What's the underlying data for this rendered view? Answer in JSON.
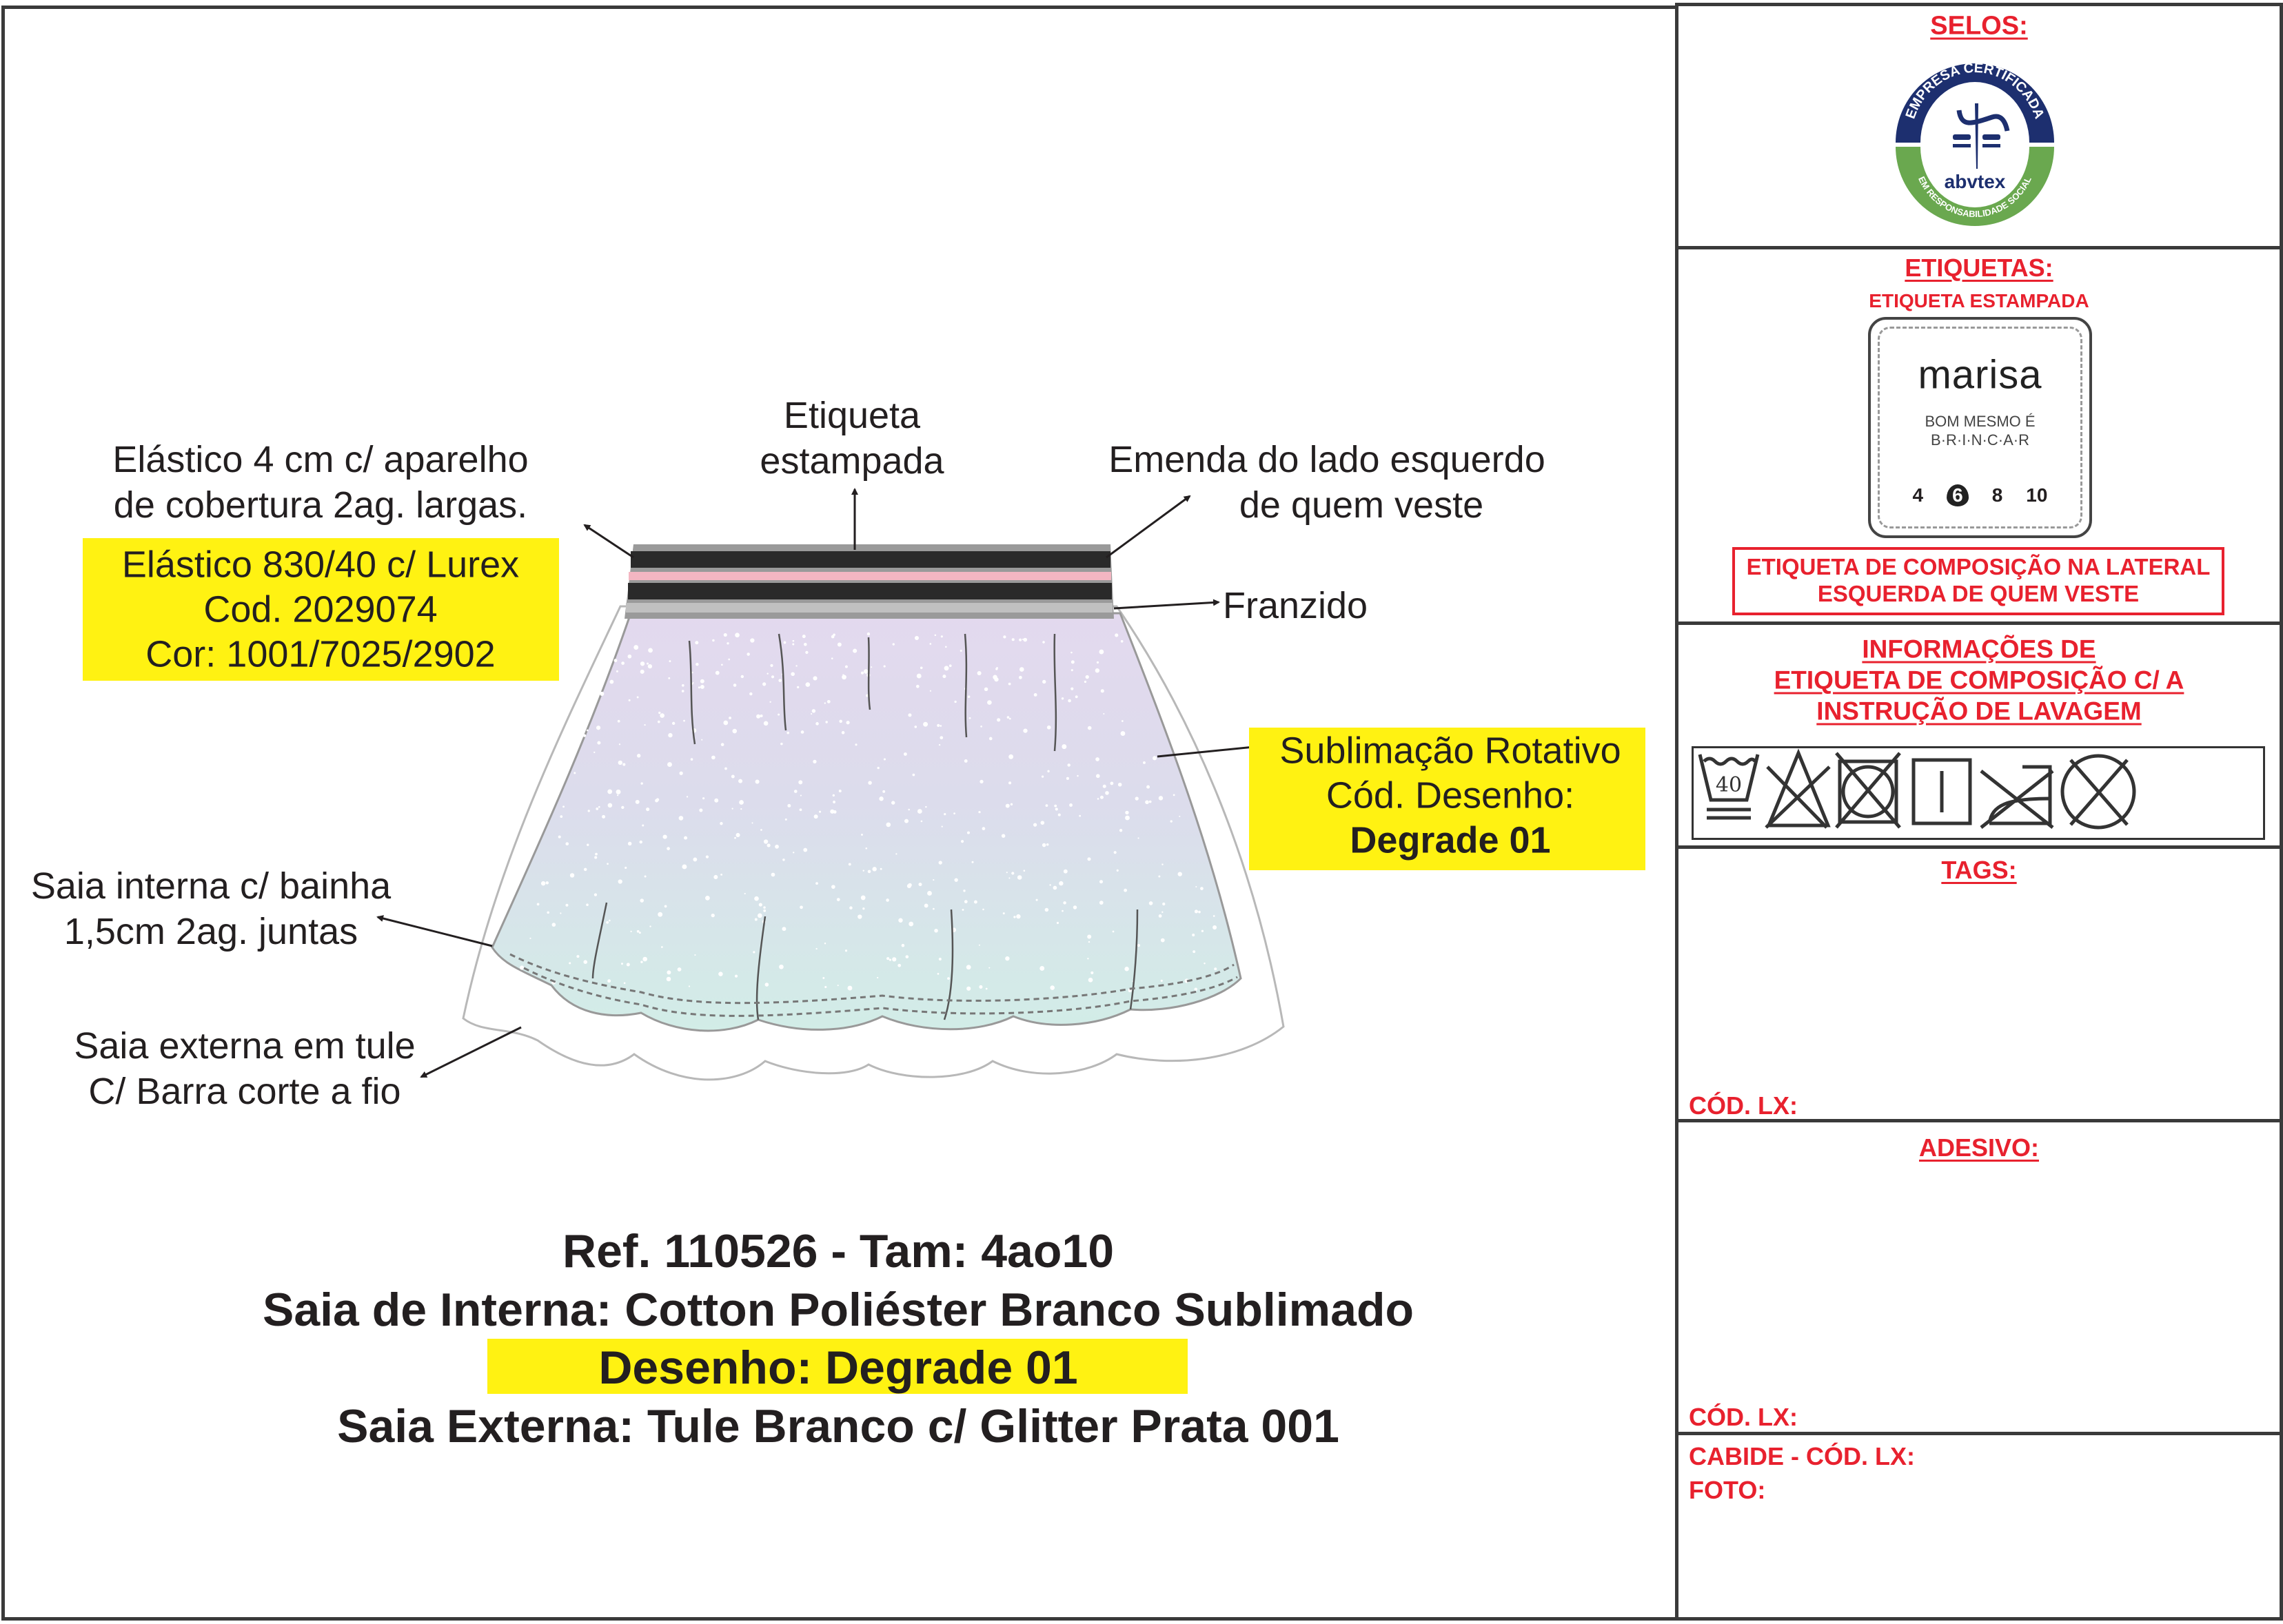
{
  "annotations": {
    "etiqueta": [
      "Etiqueta",
      "estampada"
    ],
    "elastico": [
      "Elástico 4 cm c/ aparelho",
      "de cobertura 2ag. largas."
    ],
    "elastico_box": [
      "Elástico 830/40 c/ Lurex",
      "Cod. 2029074",
      "Cor: 1001/7025/2902"
    ],
    "emenda": [
      "Emenda do lado esquerdo",
      "de quem veste"
    ],
    "franzido": "Franzido",
    "sublimacao_box": [
      "Sublimação Rotativo",
      "Cód. Desenho:",
      "Degrade 01"
    ],
    "saia_interna": [
      "Saia interna c/ bainha",
      "1,5cm 2ag. juntas"
    ],
    "saia_externa": [
      "Saia externa em tule",
      "C/ Barra corte a fio"
    ]
  },
  "spec": {
    "ref": "Ref. 110526 - Tam: 4ao10",
    "interna": "Saia de Interna: Cotton Poliéster Branco Sublimado",
    "desenho": "Desenho: Degrade 01",
    "externa": "Saia Externa: Tule Branco c/ Glitter Prata 001"
  },
  "panel": {
    "selos": {
      "title": "SELOS:",
      "logo": {
        "top": "EMPRESA CERTIFICADA",
        "bottom": "EM RESPONSABILIDADE SOCIAL",
        "brand": "abvtex"
      }
    },
    "etiquetas": {
      "title": "ETIQUETAS:",
      "subtitle": "ETIQUETA ESTAMPADA",
      "label": {
        "brand": "marisa",
        "slogan1": "BOM MESMO É",
        "slogan2": "B·R·I·N·C·A·R",
        "sizes": [
          "4",
          "6",
          "8",
          "10"
        ]
      },
      "note": [
        "ETIQUETA DE COMPOSIÇÃO NA LATERAL",
        "ESQUERDA DE QUEM VESTE"
      ]
    },
    "info": {
      "title": [
        "INFORMAÇÕES DE",
        "ETIQUETA DE COMPOSIÇÃO C/ A",
        "INSTRUÇÃO DE LAVAGEM"
      ],
      "care_symbols": [
        "wash-40-icon",
        "no-bleach-icon",
        "no-tumble-dry-icon",
        "line-dry-icon",
        "no-iron-icon",
        "no-dry-clean-icon"
      ],
      "wash_temp": "40"
    },
    "tags": {
      "title": "TAGS:",
      "cod": "CÓD. LX:"
    },
    "adesivo": {
      "title": "ADESIVO:",
      "cod": "CÓD. LX:"
    },
    "cabide": {
      "cod": "CABIDE - CÓD. LX:",
      "foto": "FOTO:"
    }
  },
  "colors": {
    "red": "#e8212e",
    "yellow": "#fff212",
    "navy": "#1d2f6f",
    "green": "#6aa84f"
  }
}
